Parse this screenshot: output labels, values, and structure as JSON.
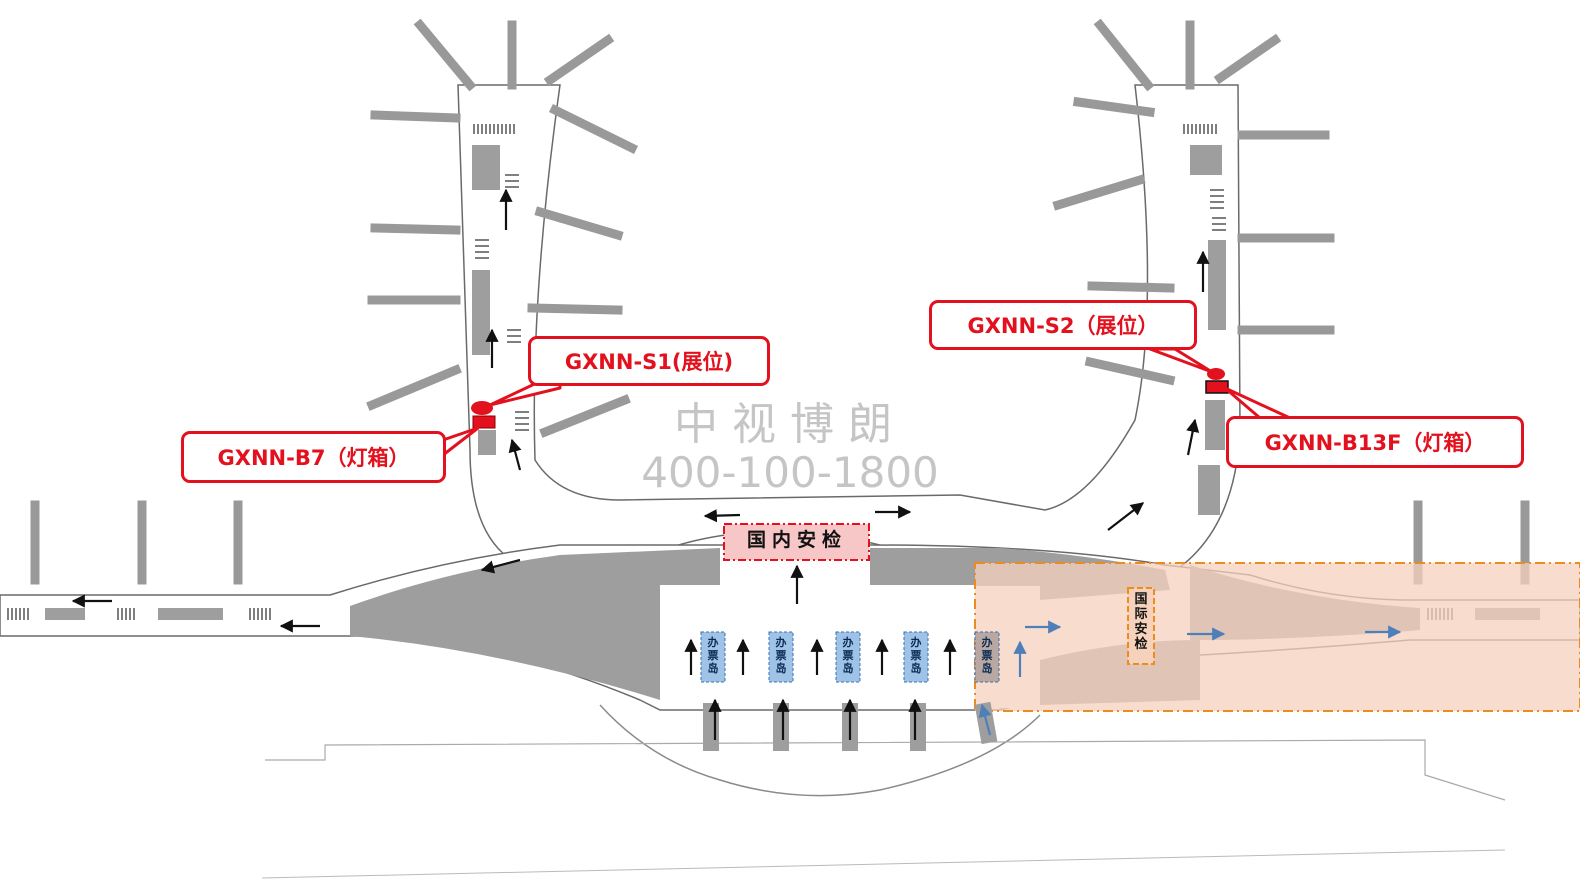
{
  "callouts": {
    "s1": "GXNN-S1(展位)",
    "b7": "GXNN-B7（灯箱）",
    "s2": "GXNN-S2（展位）",
    "b13f": "GXNN-B13F（灯箱）"
  },
  "zones": {
    "domestic_security": "国内安检",
    "international_security": "国际安检",
    "checkin_island": "办票岛"
  },
  "watermark": {
    "company": "中视博朗",
    "phone": "400-100-1800"
  },
  "colors": {
    "callout_red": "#e3101d",
    "international_zone": "#f6d2bd",
    "international_border": "#ef8a1e",
    "checkin_blue": "#9fc3e6",
    "blue_arrow": "#4f7fb9",
    "floor_gray": "#9e9e9e"
  }
}
